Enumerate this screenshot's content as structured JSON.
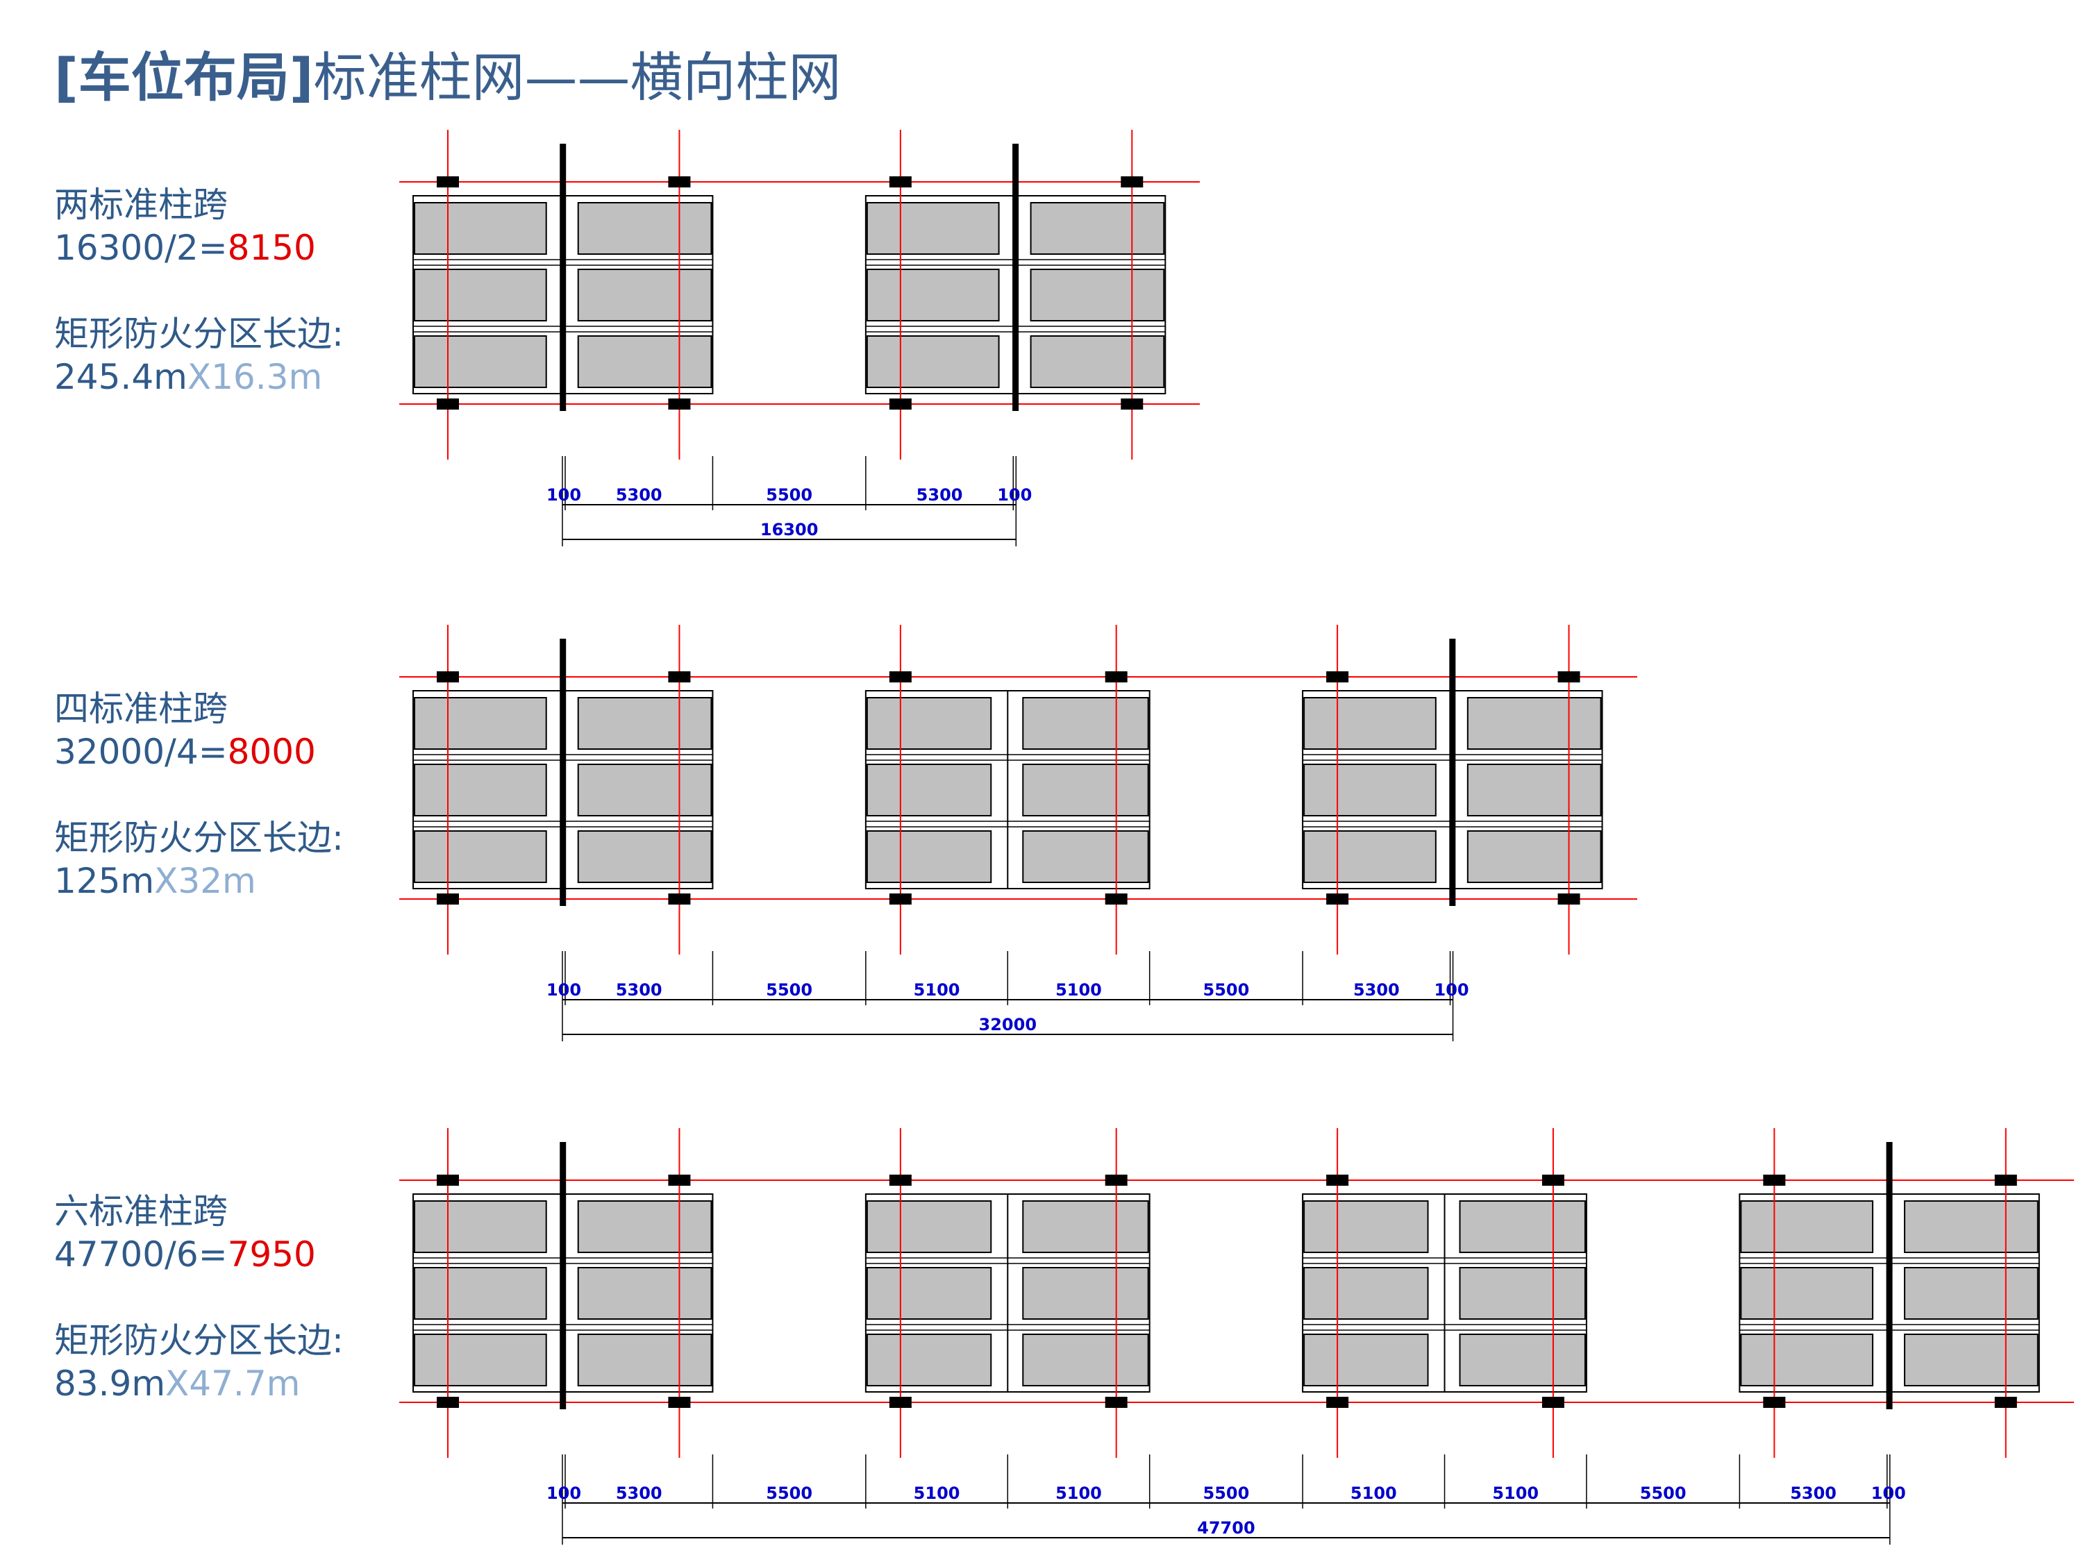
{
  "title": {
    "bold": "[车位布局]",
    "rest": "标准柱网——横向柱网"
  },
  "colors": {
    "axis": "#ff0000",
    "dim_text": "#0000cc",
    "stall": "#c0c0c0",
    "title": "#3a5f8d",
    "highlight": "#e10000",
    "secondary": "#8faed2"
  },
  "layouts": [
    {
      "name": "两标准柱跨",
      "formula": "16300/2=",
      "result": "8150",
      "zone_label": "矩形防火分区长边:",
      "zone_long": "245.4m",
      "zone_short": "X16.3m",
      "segments": [
        {
          "label": "100",
          "value": 100
        },
        {
          "label": "5300",
          "value": 5300
        },
        {
          "label": "5500",
          "value": 5500
        },
        {
          "label": "5300",
          "value": 5300
        },
        {
          "label": "100",
          "value": 100
        }
      ],
      "total": "16300",
      "bays": [
        "L",
        "R"
      ]
    },
    {
      "name": "四标准柱跨",
      "formula": "32000/4=",
      "result": "8000",
      "zone_label": "矩形防火分区长边:",
      "zone_long": "125m",
      "zone_short": "X32m",
      "segments": [
        {
          "label": "100",
          "value": 100
        },
        {
          "label": "5300",
          "value": 5300
        },
        {
          "label": "5500",
          "value": 5500
        },
        {
          "label": "5100",
          "value": 5100
        },
        {
          "label": "5100",
          "value": 5100
        },
        {
          "label": "5500",
          "value": 5500
        },
        {
          "label": "5300",
          "value": 5300
        },
        {
          "label": "100",
          "value": 100
        }
      ],
      "total": "32000",
      "bays": [
        "L",
        "M",
        "R"
      ]
    },
    {
      "name": "六标准柱跨",
      "formula": "47700/6=",
      "result": "7950",
      "zone_label": "矩形防火分区长边:",
      "zone_long": "83.9m",
      "zone_short": "X47.7m",
      "segments": [
        {
          "label": "100",
          "value": 100
        },
        {
          "label": "5300",
          "value": 5300
        },
        {
          "label": "5500",
          "value": 5500
        },
        {
          "label": "5100",
          "value": 5100
        },
        {
          "label": "5100",
          "value": 5100
        },
        {
          "label": "5500",
          "value": 5500
        },
        {
          "label": "5100",
          "value": 5100
        },
        {
          "label": "5100",
          "value": 5100
        },
        {
          "label": "5500",
          "value": 5500
        },
        {
          "label": "5300",
          "value": 5300
        },
        {
          "label": "100",
          "value": 100
        }
      ],
      "total": "47700",
      "bays": [
        "L",
        "M",
        "M",
        "R"
      ]
    }
  ]
}
